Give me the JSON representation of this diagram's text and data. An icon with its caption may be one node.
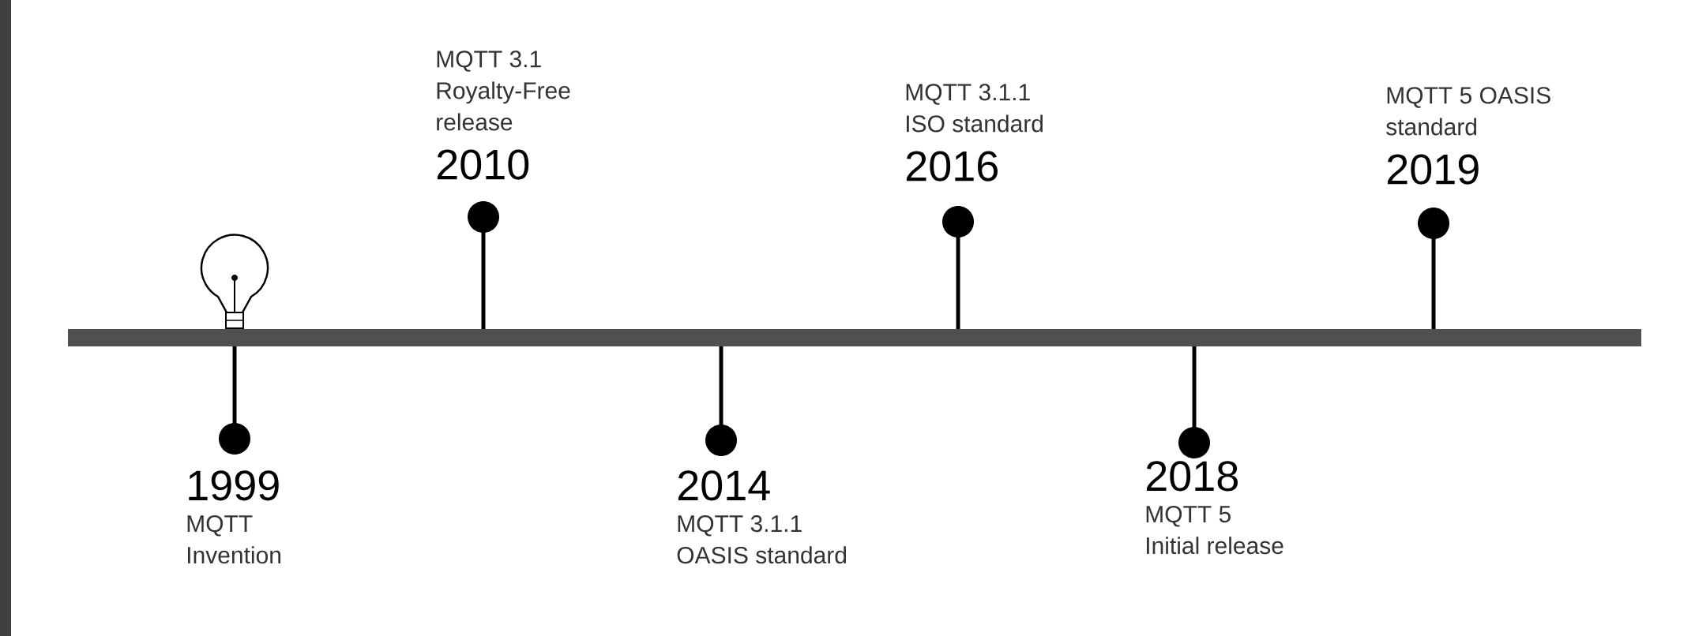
{
  "diagram": {
    "nodes": [
      {
        "text": [
          "1999",
          "MQTT Invention"
        ]
      },
      {
        "text": [
          "MQTT 3.1 Royalty-Free release",
          "2010"
        ]
      },
      {
        "text": [
          "2014",
          "MQTT 3.1.1 OASIS standard"
        ]
      },
      {
        "text": [
          "MQTT 3.1.1 ISO standard",
          "2016"
        ]
      },
      {
        "text": [
          "2018",
          "MQTT 5 Initial release"
        ]
      },
      {
        "text": [
          "MQTT 5 OASIS standard",
          "2019"
        ]
      }
    ]
  }
}
